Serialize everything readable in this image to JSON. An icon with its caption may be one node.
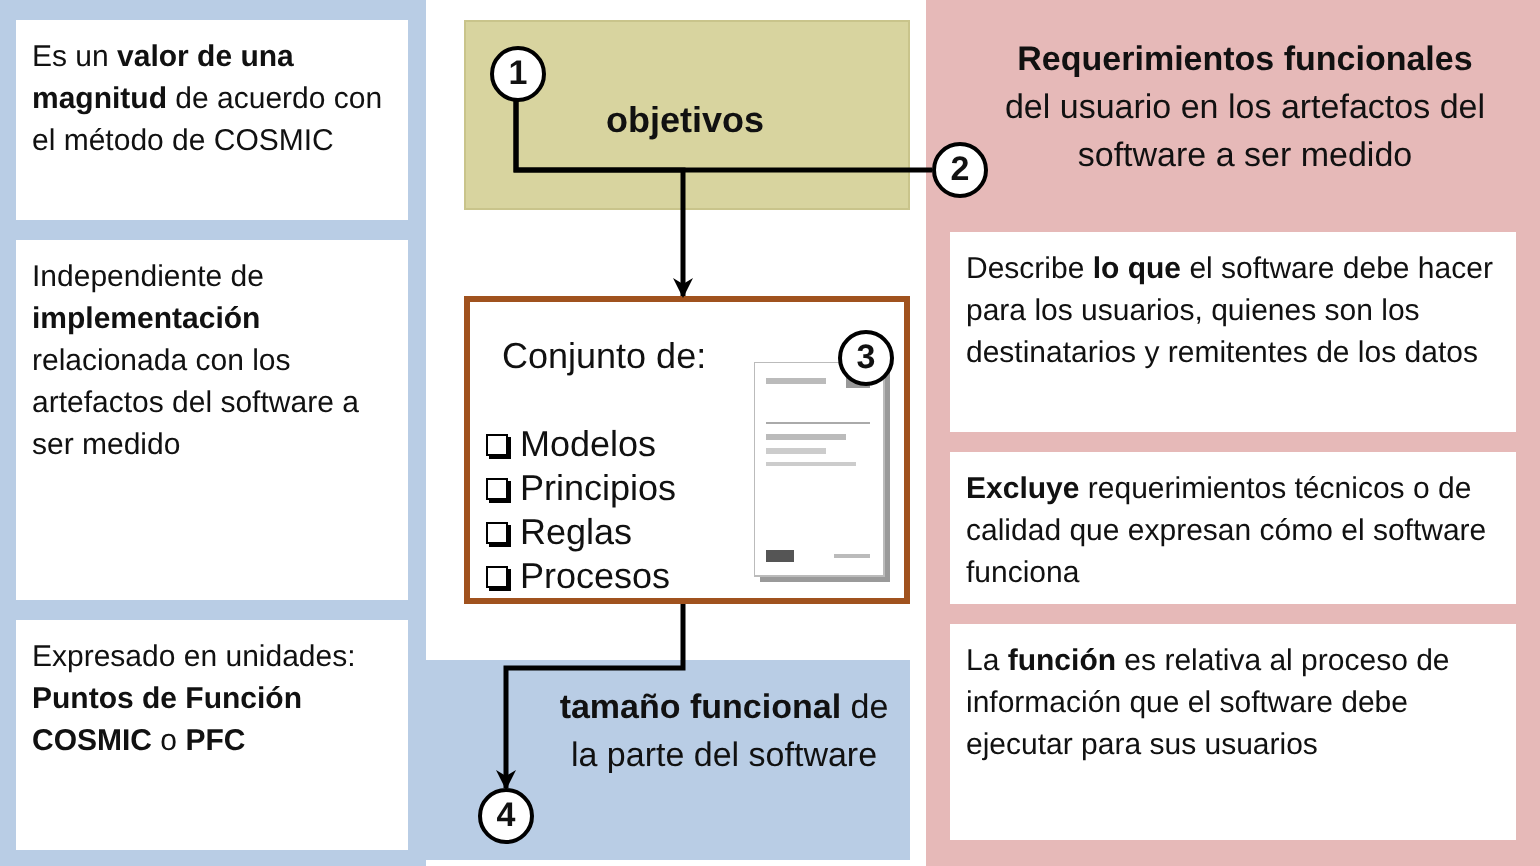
{
  "diagram": {
    "nodes": [
      {
        "text": [],
        "shape": "box"
      },
      {
        "text": [
          "Es un **valor de una magnitud** de acuerdo con el método de COSMIC"
        ],
        "in": 0
      },
      {
        "text": [
          "Independiente de **implementación** relacionada con los artefactos del software a ser medido"
        ],
        "in": 0
      },
      {
        "text": [
          "Expresado en unidades: **Puntos de Función COSMIC** o **PFC**"
        ],
        "in": 0
      },
      {
        "text": [
          "objetivos"
        ]
      },
      {
        "text": [
          "1"
        ],
        "in": 4
      },
      {
        "text": [
          "2"
        ],
        "in": 11
      },
      {
        "text": [
          "Conjunto de:",
          "Modelos",
          "Principios",
          "Reglas",
          "Procesos"
        ]
      },
      {
        "text": [
          "3"
        ],
        "in": 7
      },
      {
        "text": [
          "**tamaño funcional** de la parte del software"
        ]
      },
      {
        "text": [
          "4"
        ],
        "in": 9
      },
      {
        "text": [
          "**Requerimientos funcionales** del usuario en los artefactos del software a ser medido"
        ]
      },
      {
        "text": [
          "Describe **lo que** el software debe hacer para los usuarios, quienes son los destinatarios y remitentes de los datos"
        ],
        "in": 11
      },
      {
        "text": [
          "**Excluye** requerimientos técnicos o de calidad que expresan cómo el software funciona"
        ],
        "in": 11
      },
      {
        "text": [
          "La **función** es relativa al proceso de información que el software debe ejecutar para sus usuarios"
        ],
        "in": 11
      }
    ],
    "edges": [
      {
        "from": 5,
        "to": 6,
        "arrow": "none"
      },
      {
        "from": 5,
        "to": 7,
        "arrow": "to"
      },
      {
        "from": 7,
        "to": 10,
        "arrow": "to"
      }
    ]
  }
}
